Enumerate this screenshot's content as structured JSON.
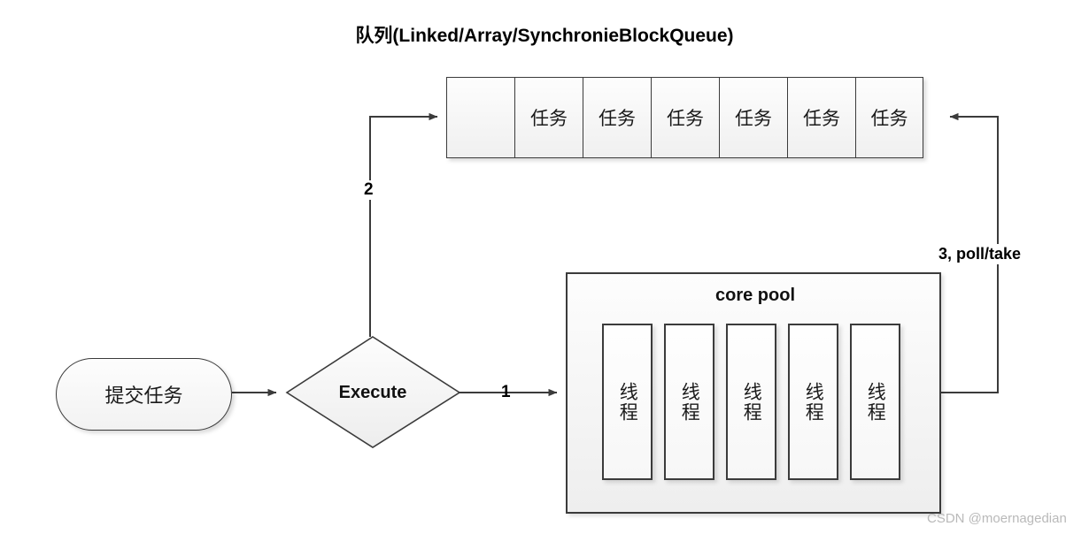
{
  "diagram": {
    "title": "队列(Linked/Array/SynchronieBlockQueue)",
    "queue": {
      "name": "task-queue",
      "cells": [
        {
          "label": ""
        },
        {
          "label": "任务"
        },
        {
          "label": "任务"
        },
        {
          "label": "任务"
        },
        {
          "label": "任务"
        },
        {
          "label": "任务"
        },
        {
          "label": "任务"
        }
      ]
    },
    "core_pool": {
      "title": "core pool",
      "threads": [
        {
          "label": "线程"
        },
        {
          "label": "线程"
        },
        {
          "label": "线程"
        },
        {
          "label": "线程"
        },
        {
          "label": "线程"
        }
      ]
    },
    "submit_task": {
      "label": "提交任务"
    },
    "execute_decision": {
      "label": "Execute"
    },
    "flows": {
      "step1": "1",
      "step2": "2",
      "step3": "3, poll/take"
    },
    "watermark": "CSDN @moernagedian",
    "colors": {
      "stroke": "#3b3b3b",
      "fill_top": "#fdfdfd",
      "fill_bottom": "#efefef",
      "text": "#1a1a1a",
      "watermark": "#b9b9b9"
    }
  }
}
